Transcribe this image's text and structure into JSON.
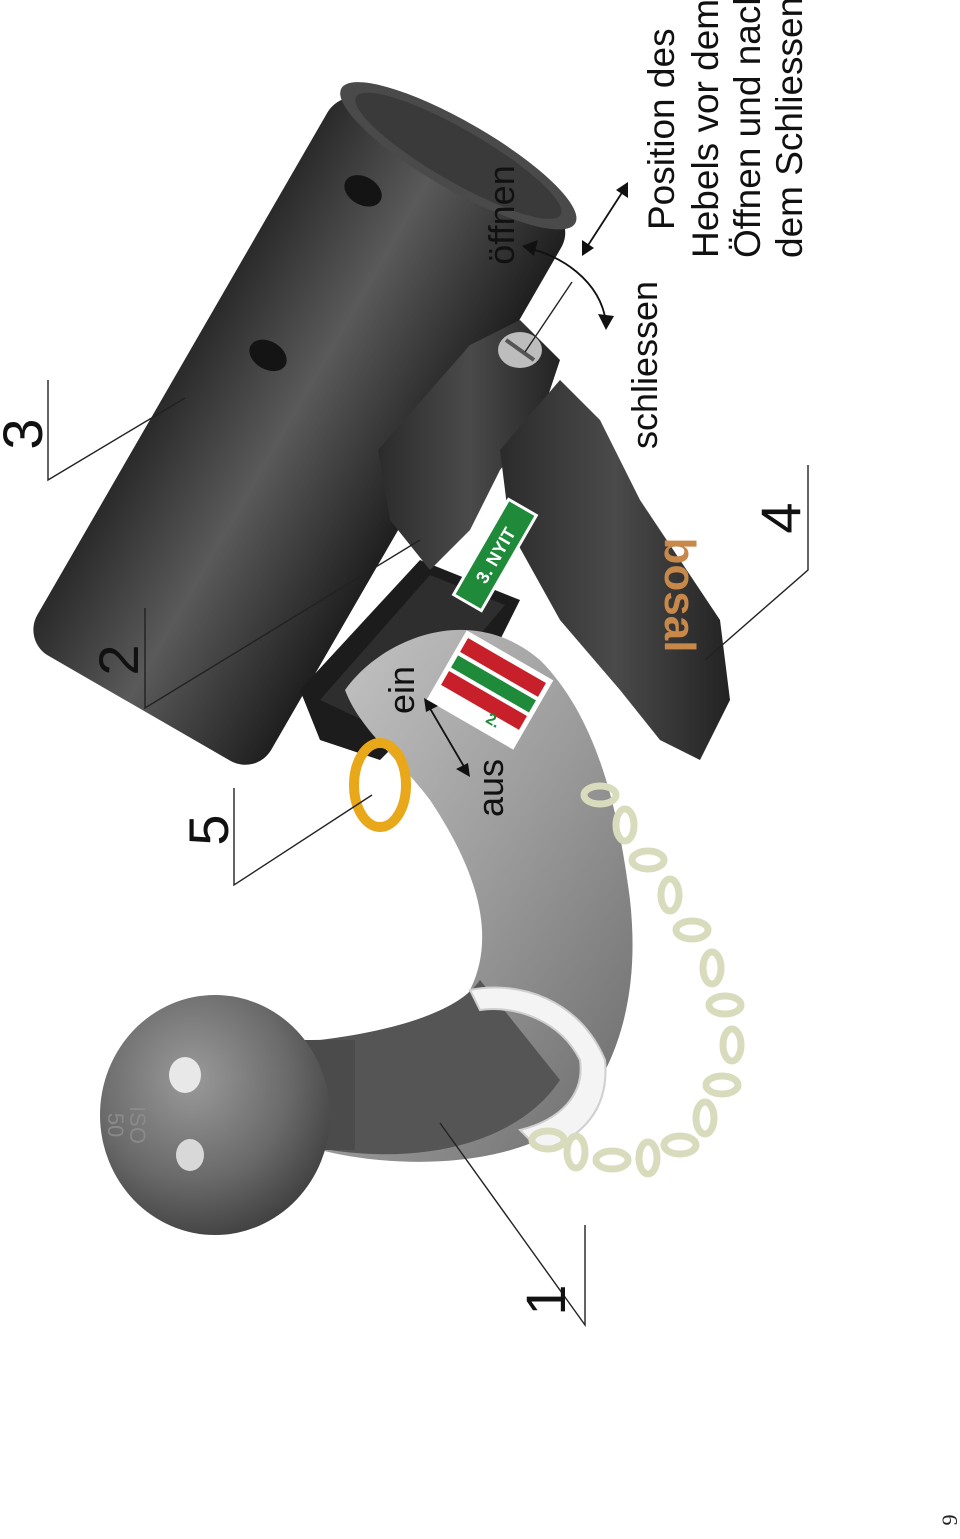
{
  "callouts": {
    "one": "1",
    "two": "2",
    "three": "3",
    "four": "4",
    "five": "5"
  },
  "labels": {
    "oeffnen": "öffnen",
    "schliessen": "schliessen",
    "ein": "ein",
    "aus": "aus",
    "note_line1": "Position des",
    "note_line2": "Hebels vor dem",
    "note_line3": "Öffnen und nach",
    "note_line4": "dem Schliessen"
  },
  "markings": {
    "ball_stamp_1": "ISO",
    "ball_stamp_2": "50",
    "brand": "bosal",
    "sticker_lever": "3. NYIT",
    "sticker_tube": "2."
  },
  "page_number": "9",
  "colors": {
    "tube_dark": "#3a3a3a",
    "tube_mid": "#555555",
    "bar_grey": "#9a9a9a",
    "ball_grey": "#6e6e6e",
    "brand_orange": "#c8884a",
    "ring_yellow": "#e8a81a",
    "chain": "#e4e8c8",
    "sticker_red": "#c8202a",
    "sticker_green": "#1e8a3a"
  }
}
